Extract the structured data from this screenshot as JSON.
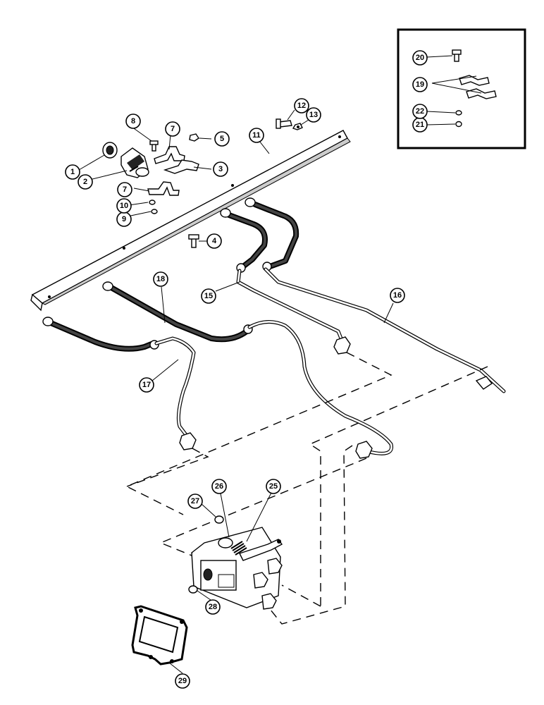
{
  "callouts": [
    {
      "id": "c1",
      "label": "1"
    },
    {
      "id": "c2",
      "label": "2"
    },
    {
      "id": "c3",
      "label": "3"
    },
    {
      "id": "c4",
      "label": "4"
    },
    {
      "id": "c5",
      "label": "5"
    },
    {
      "id": "c7a",
      "label": "7"
    },
    {
      "id": "c7b",
      "label": "7"
    },
    {
      "id": "c8",
      "label": "8"
    },
    {
      "id": "c9",
      "label": "9"
    },
    {
      "id": "c10",
      "label": "10"
    },
    {
      "id": "c11",
      "label": "11"
    },
    {
      "id": "c12",
      "label": "12"
    },
    {
      "id": "c13",
      "label": "13"
    },
    {
      "id": "c15",
      "label": "15"
    },
    {
      "id": "c16",
      "label": "16"
    },
    {
      "id": "c17",
      "label": "17"
    },
    {
      "id": "c18",
      "label": "18"
    },
    {
      "id": "c19",
      "label": "19"
    },
    {
      "id": "c20",
      "label": "20"
    },
    {
      "id": "c21",
      "label": "21"
    },
    {
      "id": "c22",
      "label": "22"
    },
    {
      "id": "c25",
      "label": "25"
    },
    {
      "id": "c26",
      "label": "26"
    },
    {
      "id": "c27",
      "label": "27"
    },
    {
      "id": "c28",
      "label": "28"
    },
    {
      "id": "c29",
      "label": "29"
    }
  ]
}
